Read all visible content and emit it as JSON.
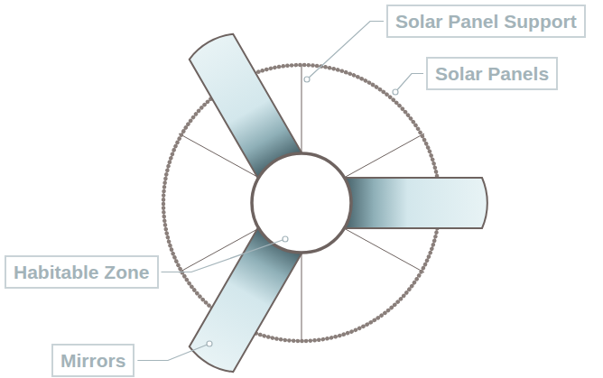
{
  "diagram": {
    "nodes": [
      {
        "text": [
          "Solar Panel Support"
        ]
      },
      {
        "text": [
          "Solar Panels"
        ]
      },
      {
        "text": [
          "Habitable Zone"
        ]
      },
      {
        "text": [
          "Mirrors"
        ]
      }
    ]
  }
}
